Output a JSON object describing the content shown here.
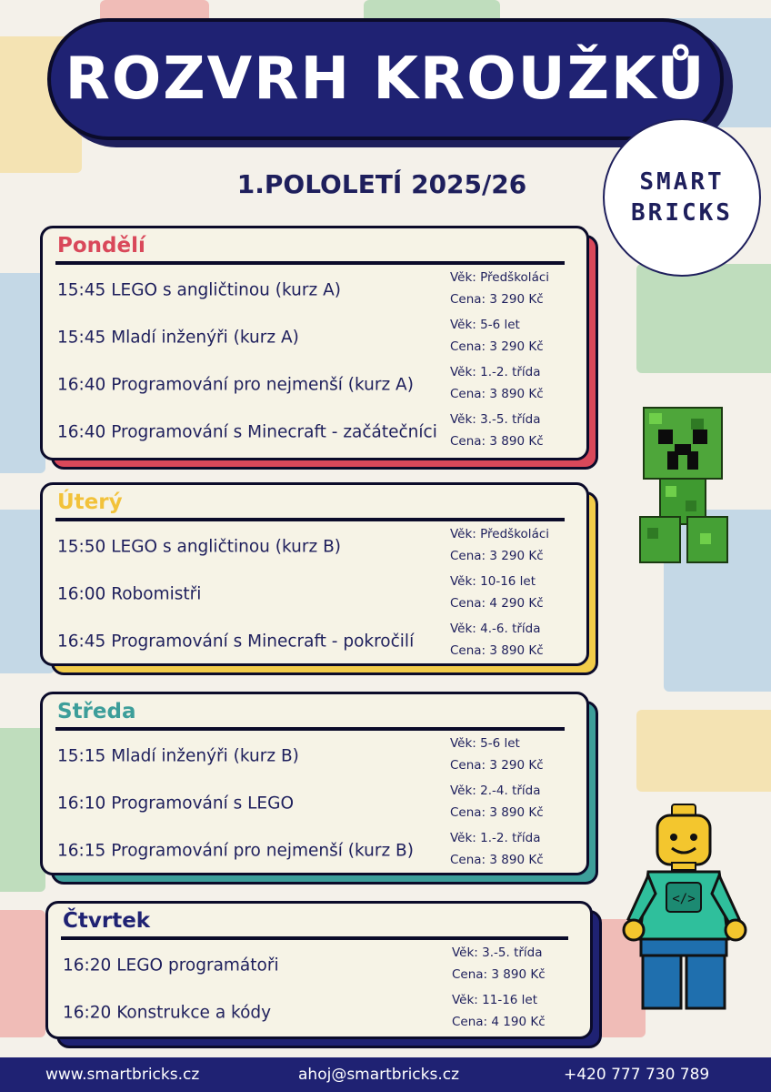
{
  "header": {
    "title": "ROZVRH KROUŽKŮ",
    "subtitle": "1.POLOLETÍ 2025/26"
  },
  "logo": {
    "line1": "SMART",
    "line2": "BRICKS"
  },
  "days": [
    {
      "name": "Pondělí",
      "color": "#d9485a",
      "courses": [
        {
          "title": "15:45 LEGO s angličtinou (kurz A)",
          "age": "Věk: Předškoláci",
          "price": "Cena: 3 290 Kč"
        },
        {
          "title": "15:45 Mladí inženýři (kurz A)",
          "age": "Věk: 5-6 let",
          "price": "Cena: 3 290 Kč"
        },
        {
          "title": "16:40 Programování pro nejmenší (kurz A)",
          "age": "Věk: 1.-2. třída",
          "price": "Cena: 3 890 Kč"
        },
        {
          "title": "16:40 Programování s Minecraft - začátečníci",
          "age": "Věk: 3.-5. třída",
          "price": "Cena: 3 890 Kč"
        }
      ]
    },
    {
      "name": "Úterý",
      "color": "#f2cc4a",
      "courses": [
        {
          "title": "15:50 LEGO s angličtinou (kurz B)",
          "age": "Věk: Předškoláci",
          "price": "Cena: 3 290 Kč"
        },
        {
          "title": "16:00 Robomistři",
          "age": "Věk: 10-16 let",
          "price": "Cena: 4 290 Kč"
        },
        {
          "title": "16:45 Programování s Minecraft - pokročilí",
          "age": "Věk: 4.-6. třída",
          "price": "Cena: 3 890 Kč"
        }
      ]
    },
    {
      "name": "Středa",
      "color": "#3d9e9a",
      "courses": [
        {
          "title": "15:15 Mladí inženýři (kurz B)",
          "age": "Věk: 5-6 let",
          "price": "Cena: 3 290 Kč"
        },
        {
          "title": "16:10 Programování s LEGO",
          "age": "Věk: 2.-4. třída",
          "price": "Cena: 3 890 Kč"
        },
        {
          "title": "16:15 Programování pro nejmenší (kurz B)",
          "age": "Věk: 1.-2. třída",
          "price": "Cena: 3 890 Kč"
        }
      ]
    },
    {
      "name": "Čtvrtek",
      "color": "#1f2273",
      "courses": [
        {
          "title": "16:20 LEGO programátoři",
          "age": "Věk: 3.-5. třída",
          "price": "Cena: 3 890 Kč"
        },
        {
          "title": "16:20 Konstrukce a kódy",
          "age": "Věk: 11-16 let",
          "price": "Cena: 4 190 Kč"
        }
      ]
    }
  ],
  "footer": {
    "website": "www.smartbricks.cz",
    "email": "ahoj@smartbricks.cz",
    "phone": "+420 777 730 789"
  },
  "colors": {
    "navy": "#1f2273",
    "panel_bg": "#f6f3e6"
  },
  "icons": {
    "mascot1": "minecraft-creeper-icon",
    "mascot2": "lego-minifigure-icon"
  }
}
